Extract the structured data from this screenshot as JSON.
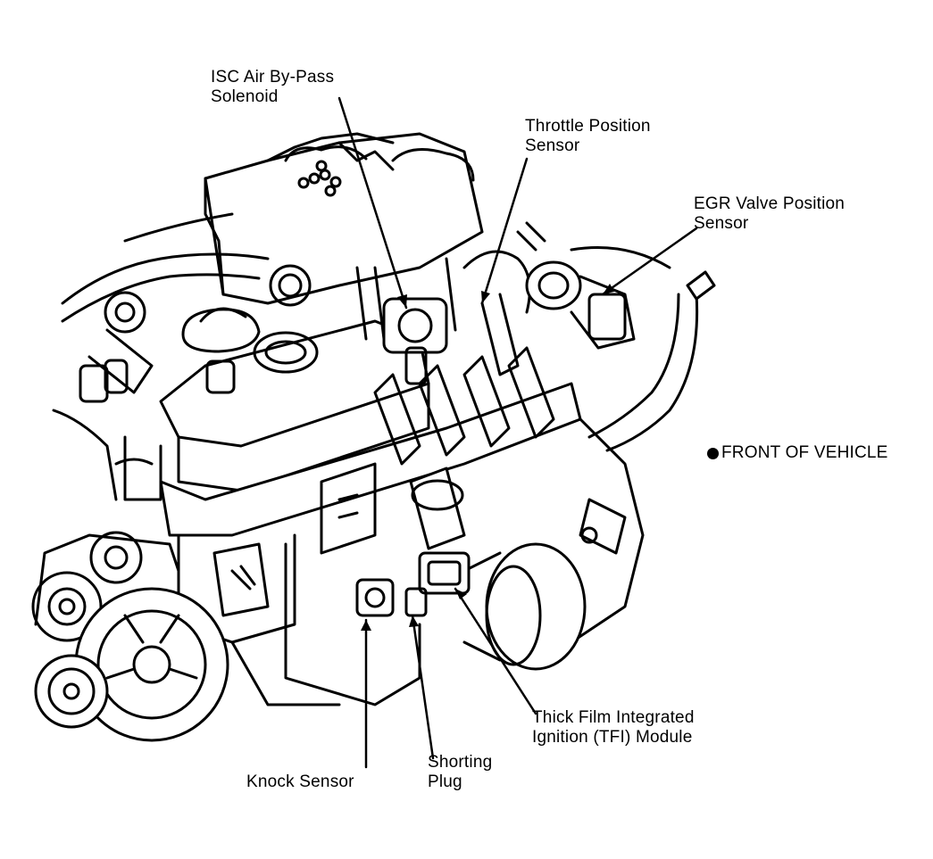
{
  "labels": {
    "isc_solenoid": [
      "ISC Air By-Pass",
      "Solenoid"
    ],
    "throttle_position_sensor": [
      "Throttle Position",
      "Sensor"
    ],
    "egr_valve_position_sensor": [
      "EGR Valve Position",
      "Sensor"
    ],
    "front_of_vehicle": "FRONT OF VEHICLE",
    "tfi_module": [
      "Thick Film Integrated",
      "Ignition (TFI) Module"
    ],
    "knock_sensor": "Knock Sensor",
    "shorting_plug": [
      "Shorting",
      "Plug"
    ]
  },
  "colors": {
    "ink": "#000000",
    "paper": "#ffffff"
  },
  "icons": {
    "front_marker": "bullet-icon"
  }
}
